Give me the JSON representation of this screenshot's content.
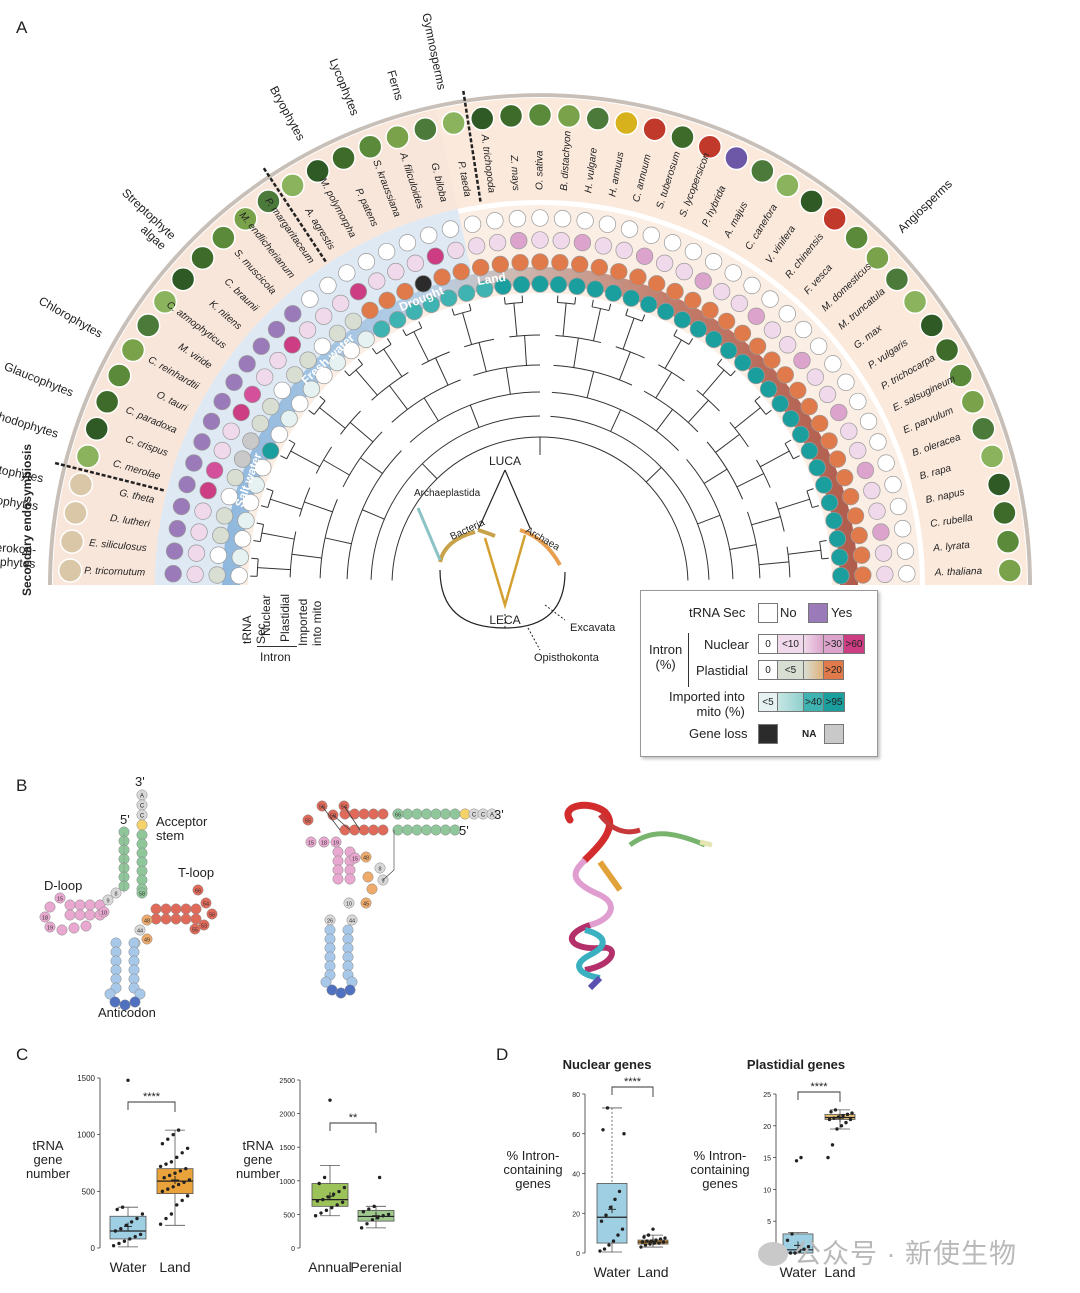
{
  "panels": {
    "a": "A",
    "b": "B",
    "c": "C",
    "d": "D"
  },
  "species": [
    "P. tricornutum",
    "E. siliculosus",
    "D. lutheri",
    "G. theta",
    "C. merolae",
    "C. crispus",
    "C. paradoxa",
    "O. tauri",
    "C. reinhardtii",
    "M. viride",
    "C. atmophyticus",
    "K. nitens",
    "C. braunii",
    "S. muscicola",
    "M. endlicherianum",
    "P. margaritaceum",
    "A. agrestis",
    "M. polymorpha",
    "P. patens",
    "S. kraussiana",
    "A. filiculoides",
    "G. biloba",
    "P. taeda",
    "A. trichopoda",
    "Z. mays",
    "O. sativa",
    "B. distachyon",
    "H. vulgare",
    "H. annuus",
    "C. annuum",
    "S. tuberosum",
    "S. lycopersicon",
    "P. hybrida",
    "A. majus",
    "C. canefora",
    "V. vinifera",
    "R. chinensis",
    "F. vesca",
    "M. domesticus",
    "M. truncatula",
    "G. max",
    "P. vulgaris",
    "P. trichocarpa",
    "E. salsugineum",
    "E. parvulum",
    "B. oleracea",
    "B. rapa",
    "B. napus",
    "C. rubella",
    "A. lyrata",
    "A. thaliana"
  ],
  "groups": {
    "secondary_endosymbiosis": "Secondary endosymbiosis",
    "heterokontophytes": [
      "Heterokon-",
      "tophytes"
    ],
    "haptophytes": "Haptophytes",
    "cryptophytes": "Cryptophytes",
    "rhodophytes": "Rhodophytes",
    "glaucophytes": "Glaucophytes",
    "chlorophytes": "Chlorophytes",
    "streptophyte_algae": [
      "Streptophyte",
      "algae"
    ],
    "bryophytes": "Bryophytes",
    "lycophytes": "Lycophytes",
    "ferns": "Ferns",
    "gymnosperms": "Gymnosperms",
    "angiosperms": "Angiosperms"
  },
  "habitats": {
    "salt": "Salt water",
    "fresh": "Fresh water",
    "drought": "Drought",
    "land": "Land"
  },
  "tree": {
    "luca": "LUCA",
    "leca": "LECA",
    "archaeplastida": "Archaeplastida",
    "bacteria": "Bacteria",
    "archaea": "Archaea",
    "excavata": "Excavata",
    "opisthokonta": "Opisthokonta"
  },
  "columns": {
    "trna_sec": "tRNA Sec",
    "nuclear": "Nuclear",
    "plastidial": "Plastidial",
    "imported": [
      "Imported",
      "into mito"
    ],
    "intron": "Intron"
  },
  "legend": {
    "trna_sec": "tRNA Sec",
    "no": "No",
    "yes": "Yes",
    "intron": [
      "Intron",
      "(%)"
    ],
    "nuclear": "Nuclear",
    "plastidial": "Plastidial",
    "nuclear_bins": [
      "0",
      "<10",
      ">30",
      ">60"
    ],
    "plastidial_bins": [
      "0",
      "<5",
      ">20"
    ],
    "imported": [
      "Imported into",
      "mito (%)"
    ],
    "imported_bins": [
      "<5",
      ">40",
      ">95"
    ],
    "gene_loss": "Gene loss",
    "na": "NA"
  },
  "panel_b": {
    "three_prime": "3'",
    "five_prime": "5'",
    "acceptor": [
      "Acceptor",
      "stem"
    ],
    "dloop": "D-loop",
    "tloop": "T-loop",
    "anticodon": "Anticodon",
    "acceptor_letters": [
      "A",
      "C",
      "C"
    ],
    "tail_letters": [
      "C",
      "C",
      "A"
    ],
    "nums_left": [
      "15",
      "18",
      "19",
      "10",
      "9",
      "8",
      "48",
      "49",
      "44",
      "45",
      "55",
      "53",
      "54",
      "56",
      "58",
      "66"
    ],
    "nums_mid": [
      "54",
      "58",
      "56",
      "55",
      "66",
      "18",
      "19",
      "15",
      "48",
      "8",
      "9",
      "10",
      "45",
      "26",
      "44"
    ]
  },
  "colors": {
    "nuclear_bins": [
      "#ffffff",
      "#f0d9ea",
      "#dca3cc",
      "#cc3d83"
    ],
    "plastidial_bins": [
      "#ffffff",
      "#d9ded3",
      "#e0b07a",
      "#e07a4a"
    ],
    "imported_bins": [
      "#e6f2f1",
      "#8fd0cd",
      "#3fb3b1",
      "#1b9e9e"
    ],
    "trna_sec_yes": "#9a7ab8",
    "gene_loss": "#2b2b2b",
    "na": "#c9c9c9",
    "salt": "#9ec3e4",
    "land_band": "#b66a5a",
    "water_box": "#9fcfe3",
    "land_box": "#e9a33a",
    "annual_box": "#9cc35a",
    "perennial_box": "#9ec88e",
    "plastid_land_box": "#e9c27a"
  },
  "chart_data": [
    {
      "type": "box",
      "ylabel": [
        "tRNA",
        "gene",
        "number"
      ],
      "categories": [
        "Water",
        "Land"
      ],
      "ylim": [
        0,
        1500
      ],
      "yticks": [
        "0",
        "500",
        "1000",
        "1500"
      ],
      "significance": "****",
      "boxes": [
        {
          "q1": 80,
          "median": 150,
          "q3": 280,
          "whisker_low": 10,
          "whisker_high": 360,
          "mean": 190,
          "points": [
            20,
            40,
            60,
            80,
            100,
            120,
            150,
            170,
            200,
            230,
            260,
            300,
            340,
            360,
            1480
          ]
        },
        {
          "q1": 480,
          "median": 590,
          "q3": 700,
          "whisker_low": 200,
          "whisker_high": 1040,
          "mean": 600,
          "points": [
            210,
            260,
            300,
            380,
            420,
            460,
            500,
            520,
            540,
            560,
            580,
            600,
            620,
            640,
            660,
            680,
            700,
            720,
            740,
            760,
            800,
            840,
            880,
            920,
            960,
            1000,
            1040
          ]
        }
      ]
    },
    {
      "type": "box",
      "ylabel": [
        "tRNA",
        "gene",
        "number"
      ],
      "categories": [
        "Annual",
        "Perenial"
      ],
      "ylim": [
        0,
        2500
      ],
      "yticks": [
        "0",
        "500",
        "1000",
        "1500",
        "2000",
        "2500"
      ],
      "significance": "**",
      "boxes": [
        {
          "q1": 620,
          "median": 720,
          "q3": 960,
          "whisker_low": 480,
          "whisker_high": 1230,
          "mean": 770,
          "points": [
            480,
            520,
            560,
            600,
            640,
            680,
            700,
            720,
            760,
            800,
            840,
            900,
            960,
            1050,
            2200
          ]
        },
        {
          "q1": 400,
          "median": 470,
          "q3": 560,
          "whisker_low": 300,
          "whisker_high": 620,
          "mean": 480,
          "points": [
            300,
            360,
            420,
            450,
            480,
            500,
            540,
            580,
            620,
            1050
          ]
        }
      ]
    },
    {
      "type": "box",
      "title": "Nuclear genes",
      "ylabel": [
        "% Intron-",
        "containing",
        "genes"
      ],
      "categories": [
        "Water",
        "Land"
      ],
      "ylim": [
        0,
        80
      ],
      "yticks": [
        "0",
        "20",
        "40",
        "60",
        "80"
      ],
      "significance": "****",
      "boxes": [
        {
          "q1": 5,
          "median": 18,
          "q3": 35,
          "whisker_low": 0.5,
          "whisker_high": 73,
          "mean": 22,
          "points": [
            1,
            2,
            4,
            6,
            9,
            12,
            16,
            19,
            23,
            27,
            31,
            60,
            62,
            73
          ]
        },
        {
          "q1": 4.5,
          "median": 5.5,
          "q3": 6.5,
          "whisker_low": 3,
          "whisker_high": 9,
          "mean": 5.8,
          "points": [
            3,
            4,
            4.5,
            5,
            5,
            5.5,
            5.5,
            6,
            6,
            6.5,
            7,
            7.5,
            8,
            9,
            12
          ]
        }
      ]
    },
    {
      "type": "box",
      "title": "Plastidial genes",
      "ylabel": [
        "% Intron-",
        "containing",
        "genes"
      ],
      "categories": [
        "Water",
        "Land"
      ],
      "ylim": [
        0,
        25
      ],
      "yticks": [
        "0",
        "5",
        "10",
        "15",
        "20",
        "25"
      ],
      "significance": "****",
      "boxes": [
        {
          "q1": 0,
          "median": 0.5,
          "q3": 3,
          "whisker_low": 0,
          "whisker_high": 3.2,
          "mean": 1.2,
          "points": [
            0,
            0,
            0,
            0.3,
            0.6,
            1,
            2,
            3,
            14.5,
            15
          ]
        },
        {
          "q1": 21,
          "median": 21.3,
          "q3": 21.8,
          "whisker_low": 19.5,
          "whisker_high": 22.5,
          "mean": 21.2,
          "points": [
            15,
            17,
            19.5,
            20,
            20.5,
            21,
            21,
            21.2,
            21.4,
            21.6,
            21.8,
            22,
            22.2,
            22.5
          ]
        }
      ]
    }
  ]
}
